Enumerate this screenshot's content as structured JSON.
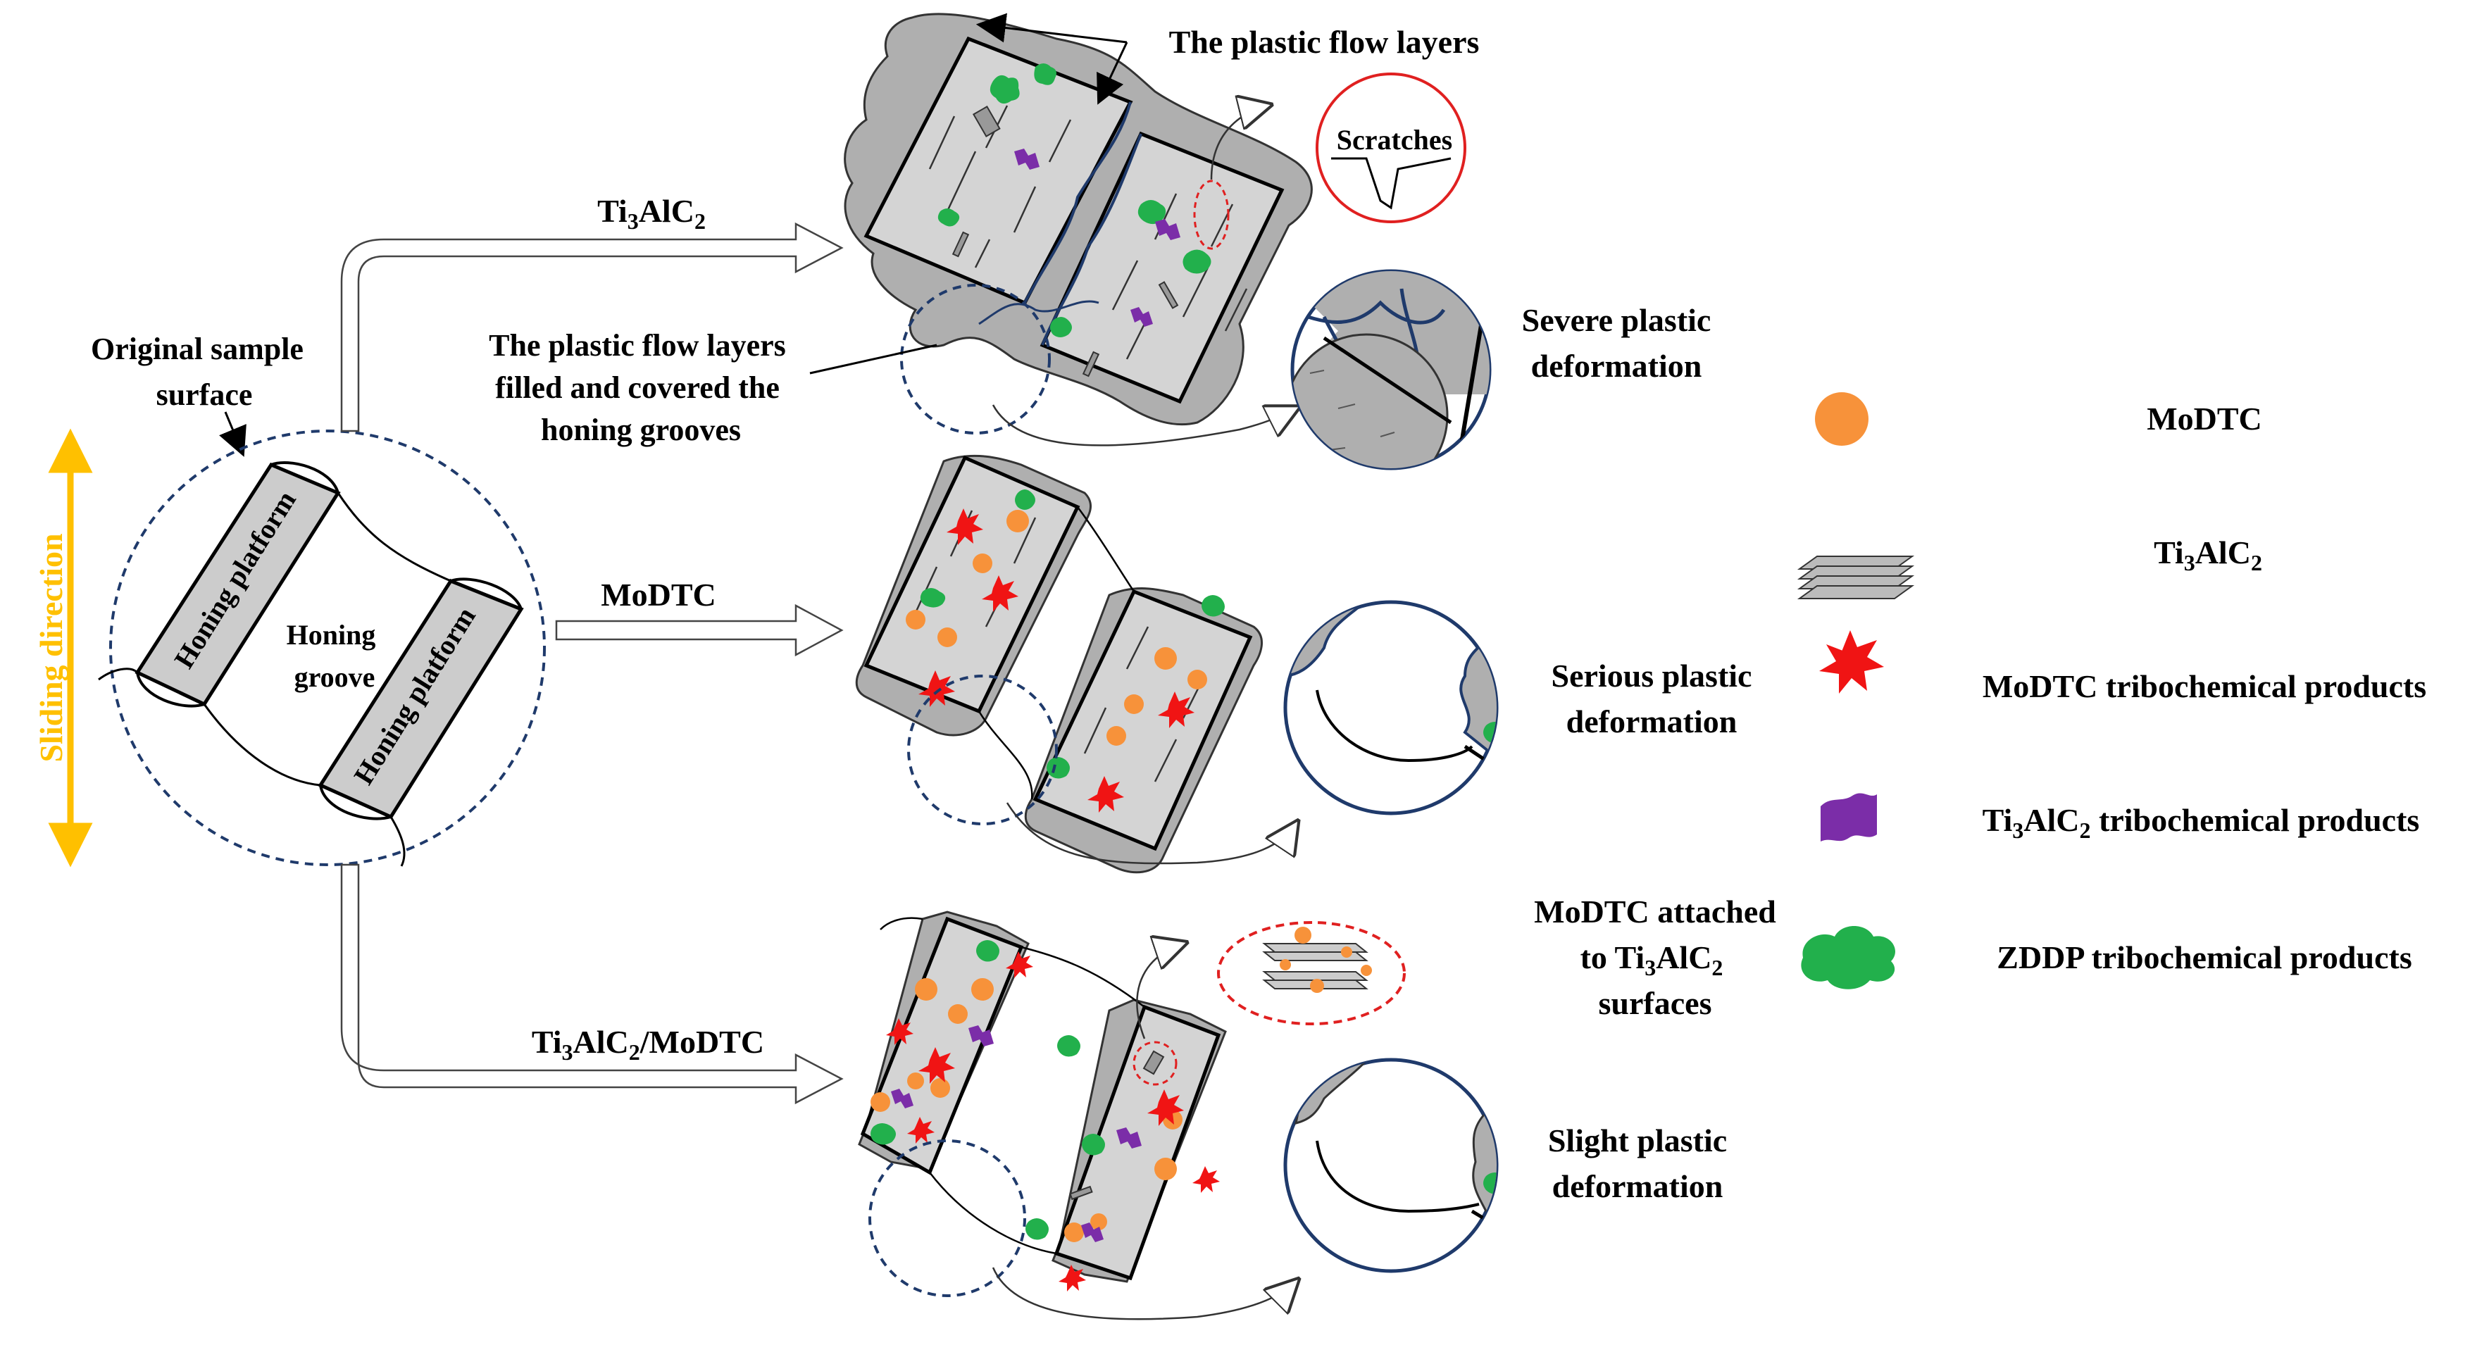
{
  "labels": {
    "original_surface_1": "Original sample",
    "original_surface_2": "surface",
    "honing_platform": "Honing platform",
    "honing_groove_1": "Honing",
    "honing_groove_2": "groove",
    "sliding_direction": "Sliding direction",
    "branch_ti3alc2": "Ti3AlC2",
    "branch_modtc": "MoDTC",
    "branch_combo": "Ti3AlC2/MoDTC",
    "plastic_flow_layers": "The plastic flow layers",
    "filled_1": "The plastic flow layers",
    "filled_2": "filled and covered the",
    "filled_3": "honing grooves",
    "scratches": "Scratches",
    "severe_1": "Severe plastic",
    "severe_2": "deformation",
    "serious_1": "Serious plastic",
    "serious_2": "deformation",
    "slight_1": "Slight plastic",
    "slight_2": "deformation",
    "attached_1": "MoDTC attached",
    "attached_2": "to Ti3AlC2",
    "attached_3": "surfaces"
  },
  "legend": [
    {
      "symbol": "orange-circle",
      "label": "MoDTC"
    },
    {
      "symbol": "stacked-layers",
      "label": "Ti3AlC2"
    },
    {
      "symbol": "red-star",
      "label": "MoDTC tribochemical products"
    },
    {
      "symbol": "purple-wave",
      "label": "Ti3AlC2 tribochemical products"
    },
    {
      "symbol": "green-cloud",
      "label": "ZDDP tribochemical products"
    }
  ],
  "colors": {
    "modtc": "#F7923A",
    "modtc_products": "#F01414",
    "ti3alc2_products": "#7B2DA8",
    "zddp_products": "#22B04C",
    "platform": "#CCCCCC",
    "flow_layer": "#AFAFAF",
    "sliding_arrow": "#FFC000",
    "dashed_navy": "#1F3A6B",
    "dashed_red": "#E02020"
  }
}
